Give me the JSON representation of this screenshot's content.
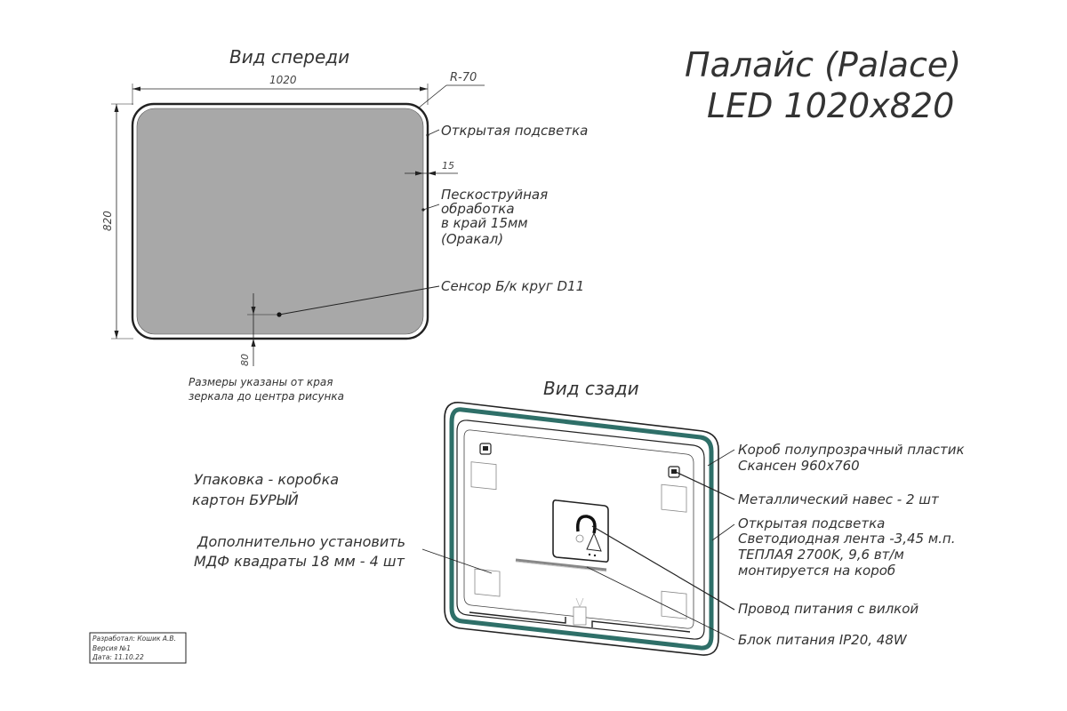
{
  "title": {
    "line1": "Палайс (Palace)",
    "line2": "LED 1020x820"
  },
  "front_view": {
    "heading": "Вид спереди",
    "width_dim": "1020",
    "height_dim": "820",
    "radius_dim": "R-70",
    "edge_dim": "15",
    "sensor_offset_dim": "80",
    "callouts": {
      "open_lighting": "Открытая подсветка",
      "sandblast_l1": "Пескоструйная",
      "sandblast_l2": "обработка",
      "sandblast_l3": "в край 15мм",
      "sandblast_l4": "(Оракал)",
      "sensor": "Сенсор Б/к круг D11"
    },
    "note_l1": "Размеры указаны от края",
    "note_l2": "зеркала до центра рисунка"
  },
  "back_view": {
    "heading": "Вид сзади",
    "callouts": {
      "box_l1": "Короб полупрозрачный пластик",
      "box_l2": "Скансен 960х760",
      "hanger": "Металлический навес - 2 шт",
      "led_l1": "Открытая подсветка",
      "led_l2": "Светодиодная лента -3,45 м.п.",
      "led_l3": "ТЕПЛАЯ 2700K, 9,6 вт/м",
      "led_l4": "монтируется на короб",
      "cable": "Провод питания с вилкой",
      "psu": "Блок питания IP20, 48W"
    }
  },
  "packaging_l1": "Упаковка - коробка",
  "packaging_l2": "картон БУРЫЙ",
  "mdf_l1": "Дополнительно установить",
  "mdf_l2": "МДФ квадраты 18 мм - 4 шт",
  "stamp": {
    "developer": "Разработал: Кошик А.В.",
    "version": "Версия №1",
    "date": "Дата: 11.10.22"
  },
  "colors": {
    "mirror_fill": "#a8a8a8",
    "led_strip": "#2e6f68",
    "line": "#222222"
  }
}
